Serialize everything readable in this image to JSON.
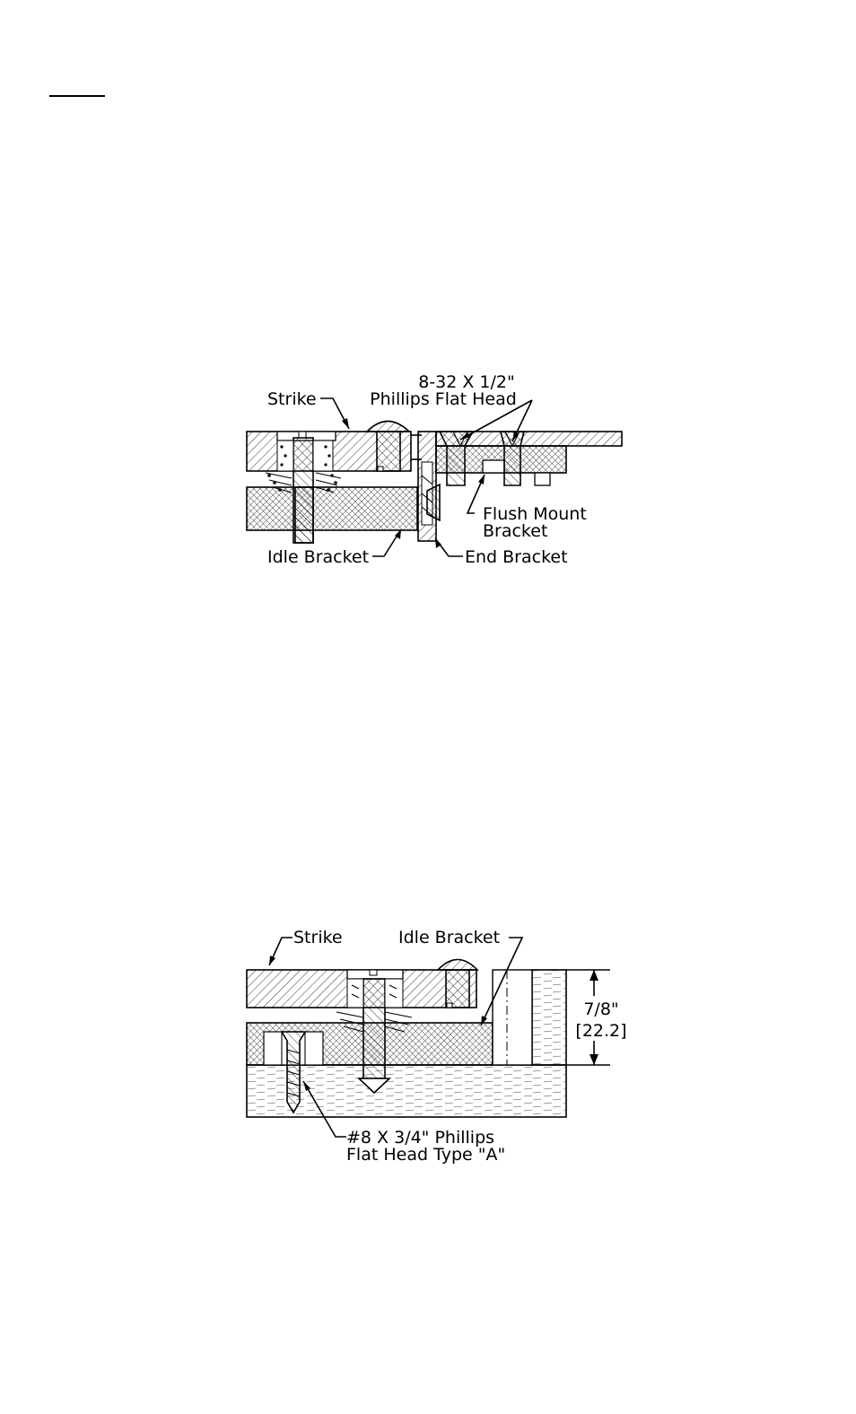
{
  "figure1": {
    "labels": {
      "screw_size": "8-32 X 1/2\"",
      "screw_type": "Phillips Flat Head",
      "strike": "Strike",
      "flush_mount_line1": "Flush Mount",
      "flush_mount_line2": "Bracket",
      "idle_bracket": "Idle Bracket",
      "end_bracket": "End Bracket"
    }
  },
  "figure2": {
    "labels": {
      "strike": "Strike",
      "idle_bracket": "Idle Bracket",
      "dimension_imperial": "7/8\"",
      "dimension_metric": "[22.2]",
      "screw_line1": "#8 X 3/4\" Phillips",
      "screw_line2": "Flat Head Type \"A\""
    }
  }
}
